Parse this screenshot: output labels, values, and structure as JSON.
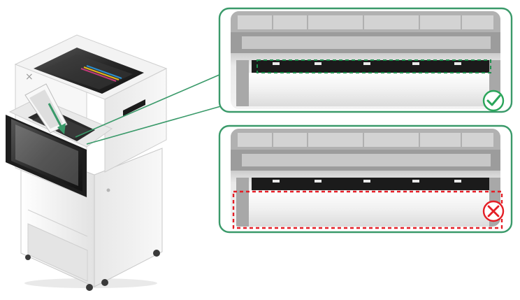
{
  "figure": {
    "brand_mark": "×",
    "colors": {
      "panel_border": "#3a9a6a",
      "correct_outline": "#1f8f4e",
      "incorrect_outline": "#e41e26",
      "check_icon": "#2aa55a",
      "cross_icon": "#e41e26",
      "printer_body": "#f2f2f2",
      "printer_dark": "#2b2b2b"
    },
    "panels": [
      {
        "id": "correct",
        "status": "correct",
        "status_icon": "check-circle-icon",
        "outline_style": "dashed",
        "outline_color": "#1f8f4e"
      },
      {
        "id": "incorrect",
        "status": "incorrect",
        "status_icon": "x-circle-icon",
        "outline_style": "dashed",
        "outline_color": "#e41e26"
      }
    ],
    "callout": {
      "points_to": "correct",
      "color": "#3a9a6a"
    }
  }
}
